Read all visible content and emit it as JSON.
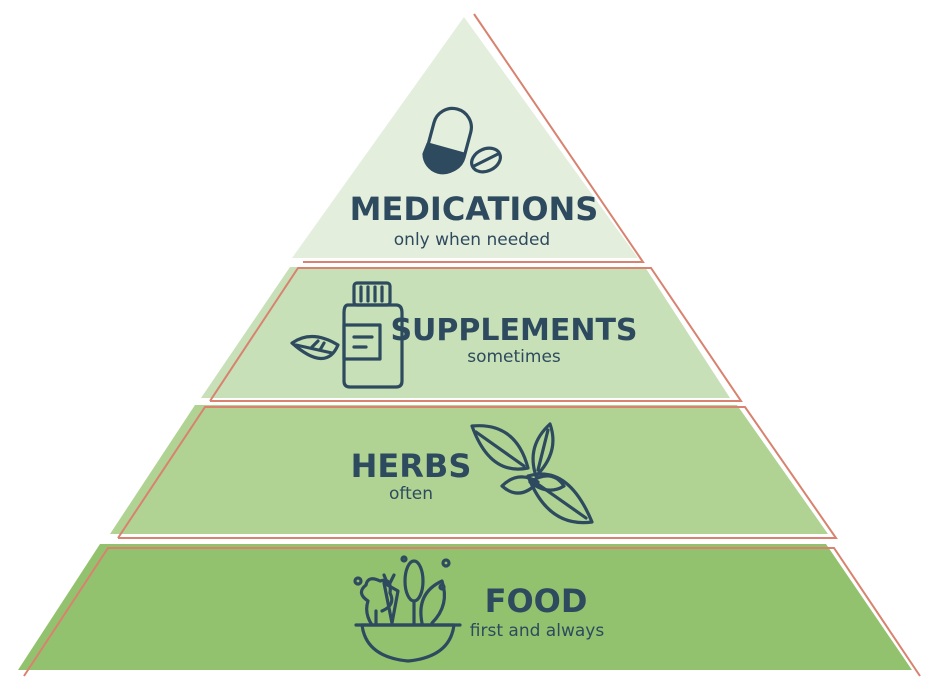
{
  "levels": [
    {
      "title": "MEDICATIONS",
      "subtitle": "only when needed",
      "icon": "pills-icon",
      "fill": "#e4eedd"
    },
    {
      "title": "SUPPLEMENTS",
      "subtitle": "sometimes",
      "icon": "supplement-bottle-icon",
      "fill": "#c7e0b7"
    },
    {
      "title": "HERBS",
      "subtitle": "often",
      "icon": "herb-leaves-icon",
      "fill": "#b0d394"
    },
    {
      "title": "FOOD",
      "subtitle": "first and always",
      "icon": "food-bowl-icon",
      "fill": "#93c26f"
    }
  ],
  "colors": {
    "outline": "#d8826f",
    "text": "#2e4a5e",
    "background": "#ffffff"
  }
}
